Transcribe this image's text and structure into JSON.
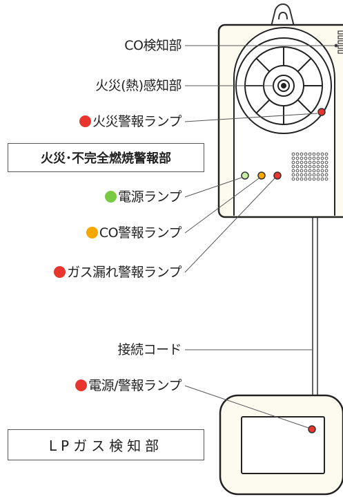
{
  "colors": {
    "red": "#e8352e",
    "green": "#7ac943",
    "orange": "#f6a800"
  },
  "labels": {
    "co_detector": "CO検知部",
    "fire_detector": "火災(熱)感知部",
    "fire_alarm_lamp": "火災警報ランプ",
    "power_lamp": "電源ランプ",
    "co_alarm_lamp": "CO警報ランプ",
    "gas_leak_lamp": "ガス漏れ警報ランプ",
    "cord": "接続コード",
    "power_alarm_lamp": "電源/警報ランプ"
  },
  "boxes": {
    "main_unit": "火災･不完全燃焼警報部",
    "lp_unit": "LPガス検知部"
  }
}
